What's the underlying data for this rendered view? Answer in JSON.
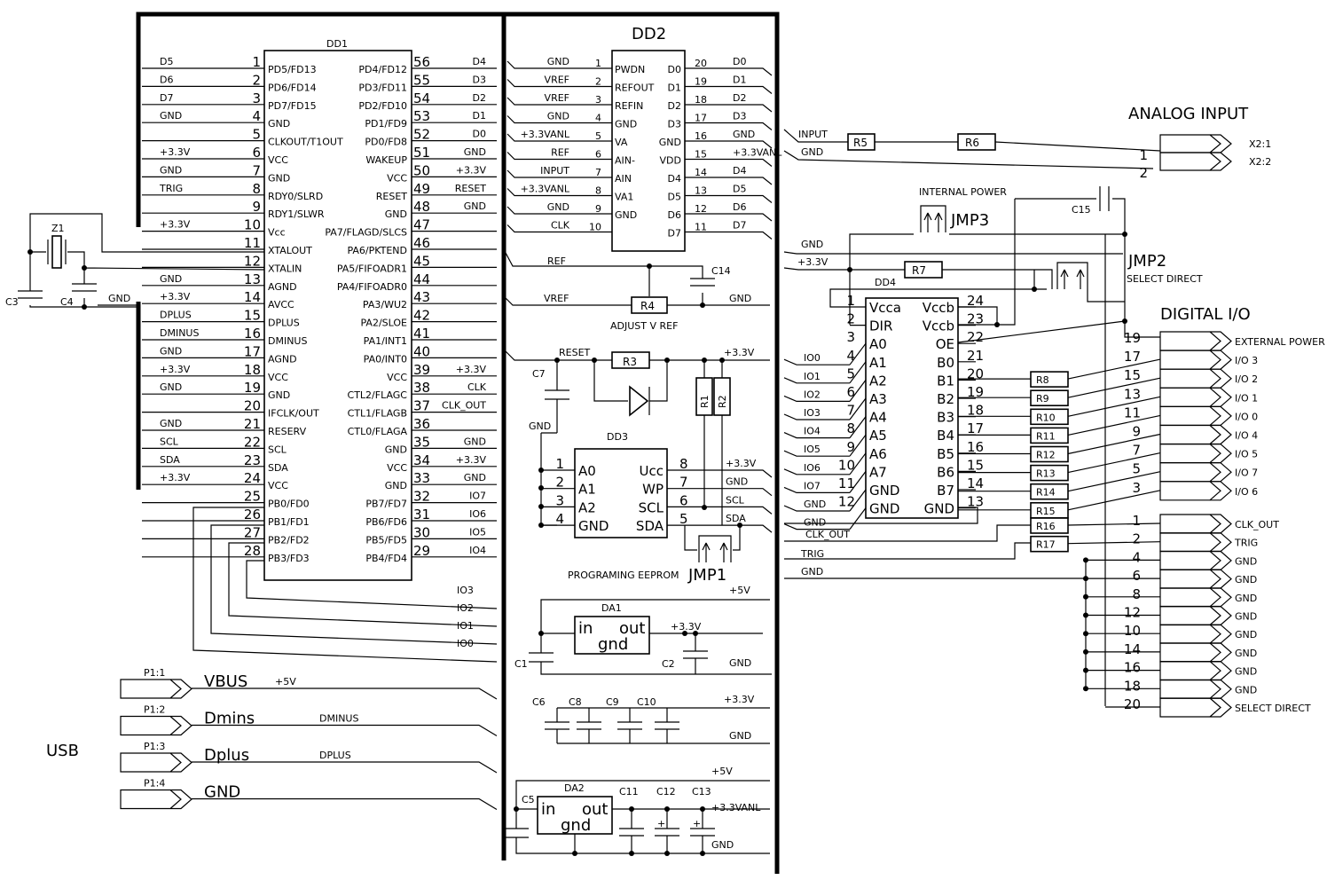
{
  "titles": {
    "analog_input": "ANALOG INPUT",
    "digital_io": "DIGITAL I/O",
    "usb": "USB",
    "internal_power": "INTERNAL POWER",
    "select_direct": "SELECT DIRECT",
    "adjust_vref": "ADJUST V REF",
    "programing_eeprom": "PROGRAMING EEPROM"
  },
  "components": {
    "dd1": "DD1",
    "dd2": "DD2",
    "dd3": "DD3",
    "dd4": "DD4",
    "jmp1": "JMP1",
    "jmp2": "JMP2",
    "jmp3": "JMP3",
    "da1": "DA1",
    "da2": "DA2",
    "z1": "Z1",
    "r1": "R1",
    "r2": "R2",
    "r3": "R3",
    "r4": "R4",
    "r5": "R5",
    "r6": "R6",
    "r7": "R7",
    "c1": "C1",
    "c2": "C2",
    "c3": "C3",
    "c4": "C4",
    "c5": "C5",
    "c6": "C6",
    "c7": "C7",
    "c8": "C8",
    "c9": "C9",
    "c10": "C10",
    "c11": "C11",
    "c12": "C12",
    "c13": "C13",
    "c14": "C14",
    "c15": "C15",
    "in": "in",
    "out": "out",
    "gnd": "gnd"
  },
  "dd1": {
    "left": [
      {
        "n": "1",
        "name": "PD5/FD13",
        "net": "D5"
      },
      {
        "n": "2",
        "name": "PD6/FD14",
        "net": "D6"
      },
      {
        "n": "3",
        "name": "PD7/FD15",
        "net": "D7"
      },
      {
        "n": "4",
        "name": "GND",
        "net": "GND"
      },
      {
        "n": "5",
        "name": "CLKOUT/T1OUT",
        "net": ""
      },
      {
        "n": "6",
        "name": "VCC",
        "net": "+3.3V"
      },
      {
        "n": "7",
        "name": "GND",
        "net": "GND"
      },
      {
        "n": "8",
        "name": "RDY0/SLRD",
        "net": "TRIG"
      },
      {
        "n": "9",
        "name": "RDY1/SLWR",
        "net": ""
      },
      {
        "n": "10",
        "name": "Vcc",
        "net": "+3.3V"
      },
      {
        "n": "11",
        "name": "XTALOUT",
        "net": ""
      },
      {
        "n": "12",
        "name": "XTALIN",
        "net": ""
      },
      {
        "n": "13",
        "name": "AGND",
        "net": "GND"
      },
      {
        "n": "14",
        "name": "AVCC",
        "net": "+3.3V"
      },
      {
        "n": "15",
        "name": "DPLUS",
        "net": "DPLUS"
      },
      {
        "n": "16",
        "name": "DMINUS",
        "net": "DMINUS"
      },
      {
        "n": "17",
        "name": "AGND",
        "net": "GND"
      },
      {
        "n": "18",
        "name": "VCC",
        "net": "+3.3V"
      },
      {
        "n": "19",
        "name": "GND",
        "net": "GND"
      },
      {
        "n": "20",
        "name": "IFCLK/OUT",
        "net": ""
      },
      {
        "n": "21",
        "name": "RESERV",
        "net": "GND"
      },
      {
        "n": "22",
        "name": "SCL",
        "net": "SCL"
      },
      {
        "n": "23",
        "name": "SDA",
        "net": "SDA"
      },
      {
        "n": "24",
        "name": "VCC",
        "net": "+3.3V"
      },
      {
        "n": "25",
        "name": "PB0/FD0",
        "net": ""
      },
      {
        "n": "26",
        "name": "PB1/FD1",
        "net": ""
      },
      {
        "n": "27",
        "name": "PB2/FD2",
        "net": ""
      },
      {
        "n": "28",
        "name": "PB3/FD3",
        "net": ""
      }
    ],
    "right": [
      {
        "n": "56",
        "name": "PD4/FD12",
        "net": "D4"
      },
      {
        "n": "55",
        "name": "PD3/FD11",
        "net": "D3"
      },
      {
        "n": "54",
        "name": "PD2/FD10",
        "net": "D2"
      },
      {
        "n": "53",
        "name": "PD1/FD9",
        "net": "D1"
      },
      {
        "n": "52",
        "name": "PD0/FD8",
        "net": "D0"
      },
      {
        "n": "51",
        "name": "WAKEUP",
        "net": "GND"
      },
      {
        "n": "50",
        "name": "VCC",
        "net": "+3.3V"
      },
      {
        "n": "49",
        "name": "RESET",
        "net": "RESET"
      },
      {
        "n": "48",
        "name": "GND",
        "net": "GND"
      },
      {
        "n": "47",
        "name": "PA7/FLAGD/SLCS",
        "net": ""
      },
      {
        "n": "46",
        "name": "PA6/PKTEND",
        "net": ""
      },
      {
        "n": "45",
        "name": "PA5/FIFOADR1",
        "net": ""
      },
      {
        "n": "44",
        "name": "PA4/FIFOADR0",
        "net": ""
      },
      {
        "n": "43",
        "name": "PA3/WU2",
        "net": ""
      },
      {
        "n": "42",
        "name": "PA2/SLOE",
        "net": ""
      },
      {
        "n": "41",
        "name": "PA1/INT1",
        "net": ""
      },
      {
        "n": "40",
        "name": "PA0/INT0",
        "net": ""
      },
      {
        "n": "39",
        "name": "VCC",
        "net": "+3.3V"
      },
      {
        "n": "38",
        "name": "CTL2/FLAGC",
        "net": "CLK"
      },
      {
        "n": "37",
        "name": "CTL1/FLAGB",
        "net": "CLK_OUT"
      },
      {
        "n": "36",
        "name": "CTL0/FLAGA",
        "net": ""
      },
      {
        "n": "35",
        "name": "GND",
        "net": "GND"
      },
      {
        "n": "34",
        "name": "VCC",
        "net": "+3.3V"
      },
      {
        "n": "33",
        "name": "GND",
        "net": "GND"
      },
      {
        "n": "32",
        "name": "PB7/FD7",
        "net": "IO7"
      },
      {
        "n": "31",
        "name": "PB6/FD6",
        "net": "IO6"
      },
      {
        "n": "30",
        "name": "PB5/FD5",
        "net": "IO5"
      },
      {
        "n": "29",
        "name": "PB4/FD4",
        "net": "IO4"
      }
    ],
    "bottom_nets": [
      "IO3",
      "IO2",
      "IO1",
      "IO0"
    ]
  },
  "dd2": {
    "left": [
      {
        "n": "1",
        "name": "PWDN",
        "net": "GND"
      },
      {
        "n": "2",
        "name": "REFOUT",
        "net": "VREF"
      },
      {
        "n": "3",
        "name": "REFIN",
        "net": "VREF"
      },
      {
        "n": "4",
        "name": "GND",
        "net": "GND"
      },
      {
        "n": "5",
        "name": "VA",
        "net": "+3.3VANL"
      },
      {
        "n": "6",
        "name": "AIN-",
        "net": "REF"
      },
      {
        "n": "7",
        "name": "AIN",
        "net": "INPUT"
      },
      {
        "n": "8",
        "name": "VA1",
        "net": "+3.3VANL"
      },
      {
        "n": "9",
        "name": "GND",
        "net": "GND"
      },
      {
        "n": "10",
        "name": "",
        "net": "CLK"
      }
    ],
    "right": [
      {
        "n": "20",
        "name": "D0",
        "net": "D0"
      },
      {
        "n": "19",
        "name": "D1",
        "net": "D1"
      },
      {
        "n": "18",
        "name": "D2",
        "net": "D2"
      },
      {
        "n": "17",
        "name": "D3",
        "net": "D3"
      },
      {
        "n": "16",
        "name": "GND",
        "net": "GND"
      },
      {
        "n": "15",
        "name": "VDD",
        "net": "+3.3VANL"
      },
      {
        "n": "14",
        "name": "D4",
        "net": "D4"
      },
      {
        "n": "13",
        "name": "D5",
        "net": "D5"
      },
      {
        "n": "12",
        "name": "D6",
        "net": "D6"
      },
      {
        "n": "11",
        "name": "D7",
        "net": "D7"
      }
    ]
  },
  "dd3": {
    "left": [
      {
        "n": "1",
        "name": "A0"
      },
      {
        "n": "2",
        "name": "A1"
      },
      {
        "n": "3",
        "name": "A2"
      },
      {
        "n": "4",
        "name": "GND"
      }
    ],
    "right": [
      {
        "n": "8",
        "name": "Ucc",
        "net": "+3.3V"
      },
      {
        "n": "7",
        "name": "WP",
        "net": "GND"
      },
      {
        "n": "6",
        "name": "SCL",
        "net": "SCL"
      },
      {
        "n": "5",
        "name": "SDA",
        "net": "SDA"
      }
    ],
    "net_gnd": "GND"
  },
  "dd4": {
    "left": [
      {
        "n": "1",
        "name": "Vcca",
        "net": ""
      },
      {
        "n": "2",
        "name": "DIR",
        "net": ""
      },
      {
        "n": "3",
        "name": "A0",
        "net": "IO0"
      },
      {
        "n": "4",
        "name": "A1",
        "net": "IO1"
      },
      {
        "n": "5",
        "name": "A2",
        "net": "IO2"
      },
      {
        "n": "6",
        "name": "A3",
        "net": "IO3"
      },
      {
        "n": "7",
        "name": "A4",
        "net": "IO4"
      },
      {
        "n": "8",
        "name": "A5",
        "net": "IO5"
      },
      {
        "n": "9",
        "name": "A6",
        "net": "IO6"
      },
      {
        "n": "10",
        "name": "A7",
        "net": "IO7"
      },
      {
        "n": "11",
        "name": "GND",
        "net": "GND"
      },
      {
        "n": "12",
        "name": "GND",
        "net": "GND"
      }
    ],
    "right": [
      {
        "n": "24",
        "name": "Vccb"
      },
      {
        "n": "23",
        "name": "Vccb"
      },
      {
        "n": "22",
        "name": "OE"
      },
      {
        "n": "21",
        "name": "B0"
      },
      {
        "n": "20",
        "name": "B1"
      },
      {
        "n": "19",
        "name": "B2"
      },
      {
        "n": "18",
        "name": "B3"
      },
      {
        "n": "17",
        "name": "B4"
      },
      {
        "n": "16",
        "name": "B5"
      },
      {
        "n": "15",
        "name": "B6"
      },
      {
        "n": "14",
        "name": "B7"
      },
      {
        "n": "13",
        "name": "GND"
      }
    ]
  },
  "nets": {
    "gnd": "GND",
    "v33": "+3.3V",
    "v33anl": "+3.3VANL",
    "v5": "+5V",
    "ref": "REF",
    "vref": "VREF",
    "reset": "RESET",
    "input": "INPUT",
    "clk_out": "CLK_OUT",
    "trig": "TRIG",
    "scl": "SCL",
    "sda": "SDA"
  },
  "analog_connector": [
    {
      "n": "1",
      "label": "X2:1"
    },
    {
      "n": "2",
      "label": "X2:2"
    }
  ],
  "digital_io_connector": [
    {
      "n": "19",
      "label": "EXTERNAL POWER",
      "r": ""
    },
    {
      "n": "17",
      "label": "I/O 3",
      "r": "R8"
    },
    {
      "n": "15",
      "label": "I/O 2",
      "r": "R9"
    },
    {
      "n": "13",
      "label": "I/O 1",
      "r": "R10"
    },
    {
      "n": "11",
      "label": "I/O 0",
      "r": "R11"
    },
    {
      "n": "9",
      "label": "I/O 4",
      "r": "R12"
    },
    {
      "n": "7",
      "label": "I/O 5",
      "r": "R13"
    },
    {
      "n": "5",
      "label": "I/O 7",
      "r": "R14"
    },
    {
      "n": "3",
      "label": "I/O 6",
      "r": "R15"
    }
  ],
  "control_connector": [
    {
      "n": "1",
      "label": "CLK_OUT",
      "r": "R16"
    },
    {
      "n": "2",
      "label": "TRIG",
      "r": "R17"
    },
    {
      "n": "4",
      "label": "GND"
    },
    {
      "n": "6",
      "label": "GND"
    },
    {
      "n": "8",
      "label": "GND"
    },
    {
      "n": "12",
      "label": "GND"
    },
    {
      "n": "10",
      "label": "GND"
    },
    {
      "n": "14",
      "label": "GND"
    },
    {
      "n": "16",
      "label": "GND"
    },
    {
      "n": "18",
      "label": "GND"
    },
    {
      "n": "20",
      "label": "SELECT DIRECT"
    }
  ],
  "usb_connector": [
    {
      "pin": "P1:1",
      "name": "VBUS",
      "net": "+5V"
    },
    {
      "pin": "P1:2",
      "name": "Dmins",
      "net": "DMINUS"
    },
    {
      "pin": "P1:3",
      "name": "Dplus",
      "net": "DPLUS"
    },
    {
      "pin": "P1:4",
      "name": "GND",
      "net": ""
    }
  ]
}
